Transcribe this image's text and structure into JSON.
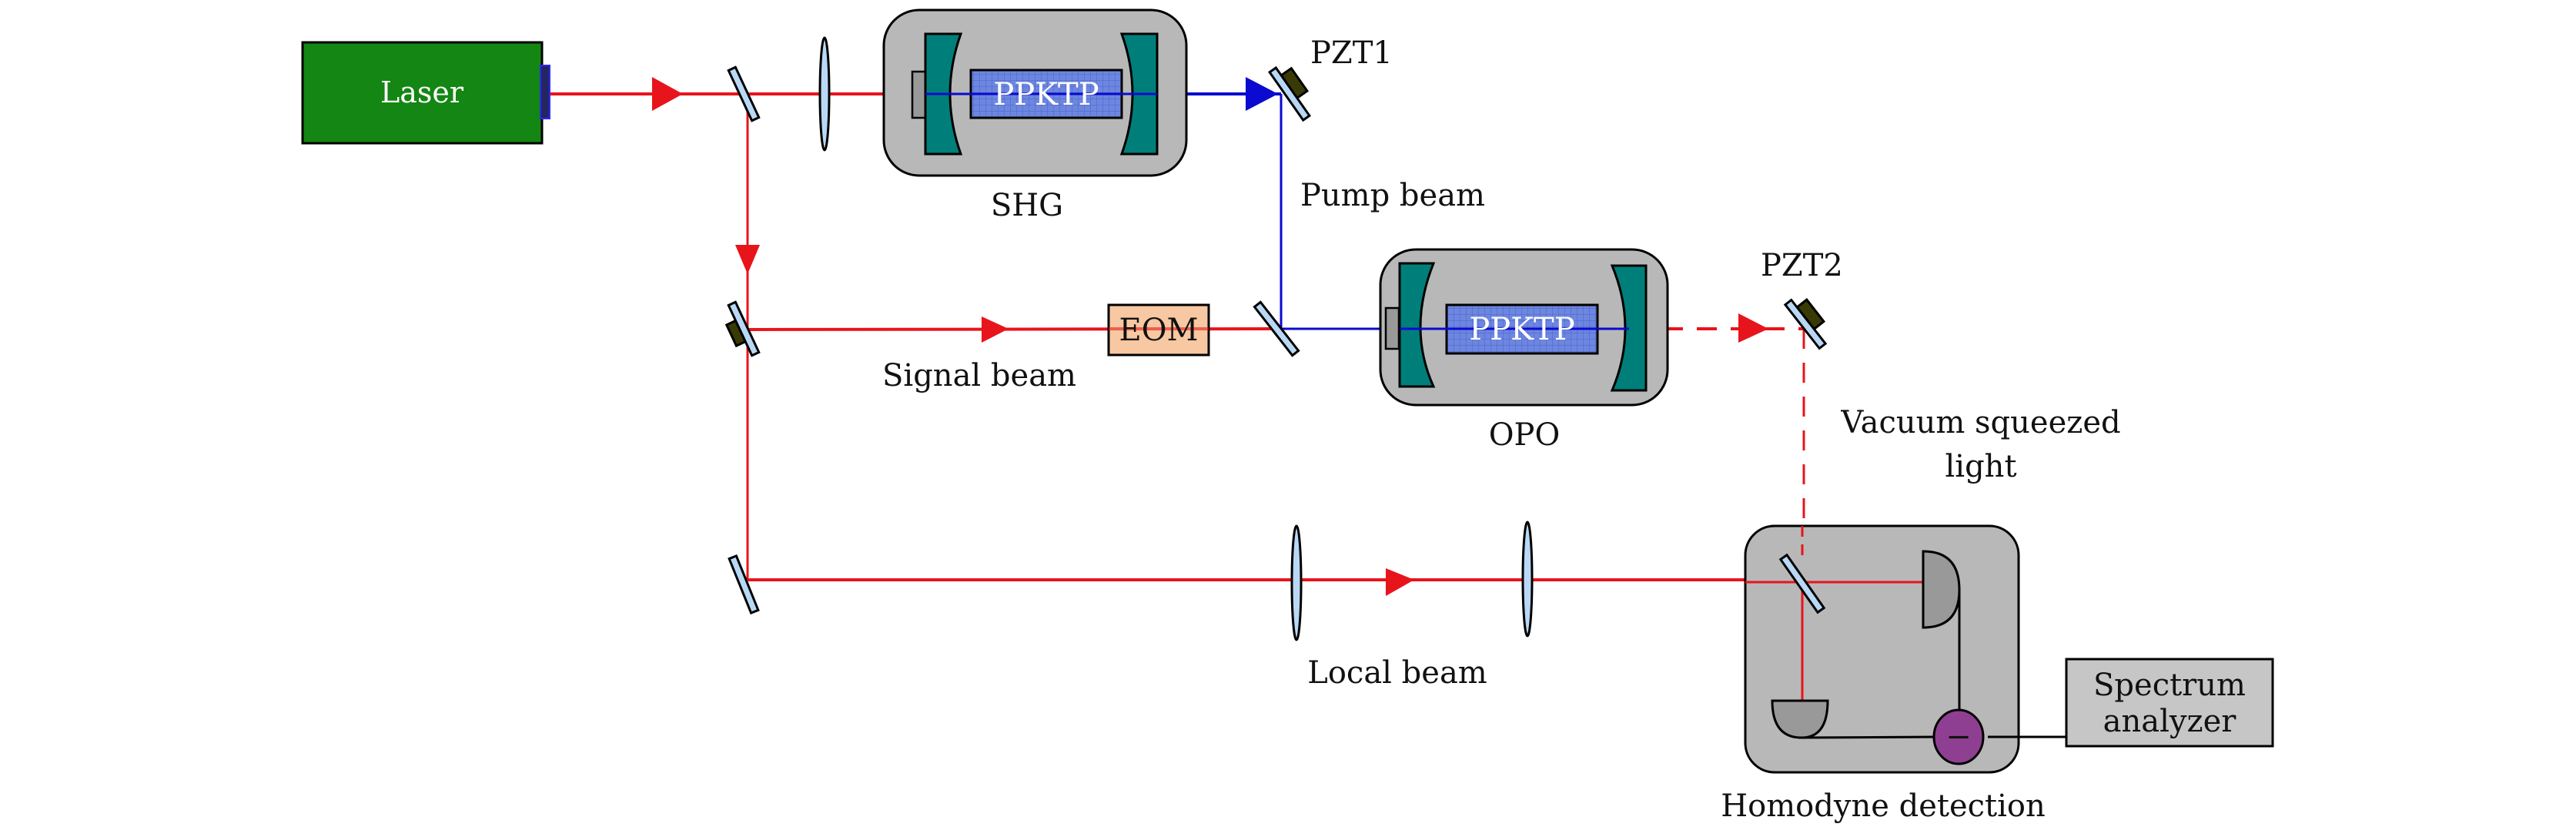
{
  "diagram": {
    "title": "Squeezed light generation optical setup",
    "colors": {
      "laser_beam": "#e8141b",
      "pump_beam": "#0a0ad0",
      "laser_body": "#138613",
      "cavity_box": "#b8b8b8",
      "cavity_mirror": "#007f7a",
      "crystal": "#6d86e0",
      "optic_glass": "#b9d8f5",
      "eom_fill": "#f6c39a",
      "pzt": "#3a3a05",
      "detector": "#999999",
      "subtractor": "#8f3f92",
      "analyzer": "#c6c6c6"
    },
    "components": {
      "laser": "Laser",
      "shg": "SHG",
      "shg_crystal": "PPKTP",
      "opo": "OPO",
      "opo_crystal": "PPKTP",
      "eom": "EOM",
      "pzt1": "PZT1",
      "pzt2": "PZT2",
      "homodyne": "Homodyne detection",
      "analyzer_line1": "Spectrum",
      "analyzer_line2": "analyzer",
      "subtractor_symbol": "−"
    },
    "beams": {
      "pump": "Pump beam",
      "signal": "Signal beam",
      "local": "Local beam",
      "squeezed_line1": "Vacuum squeezed",
      "squeezed_line2": "light"
    }
  }
}
